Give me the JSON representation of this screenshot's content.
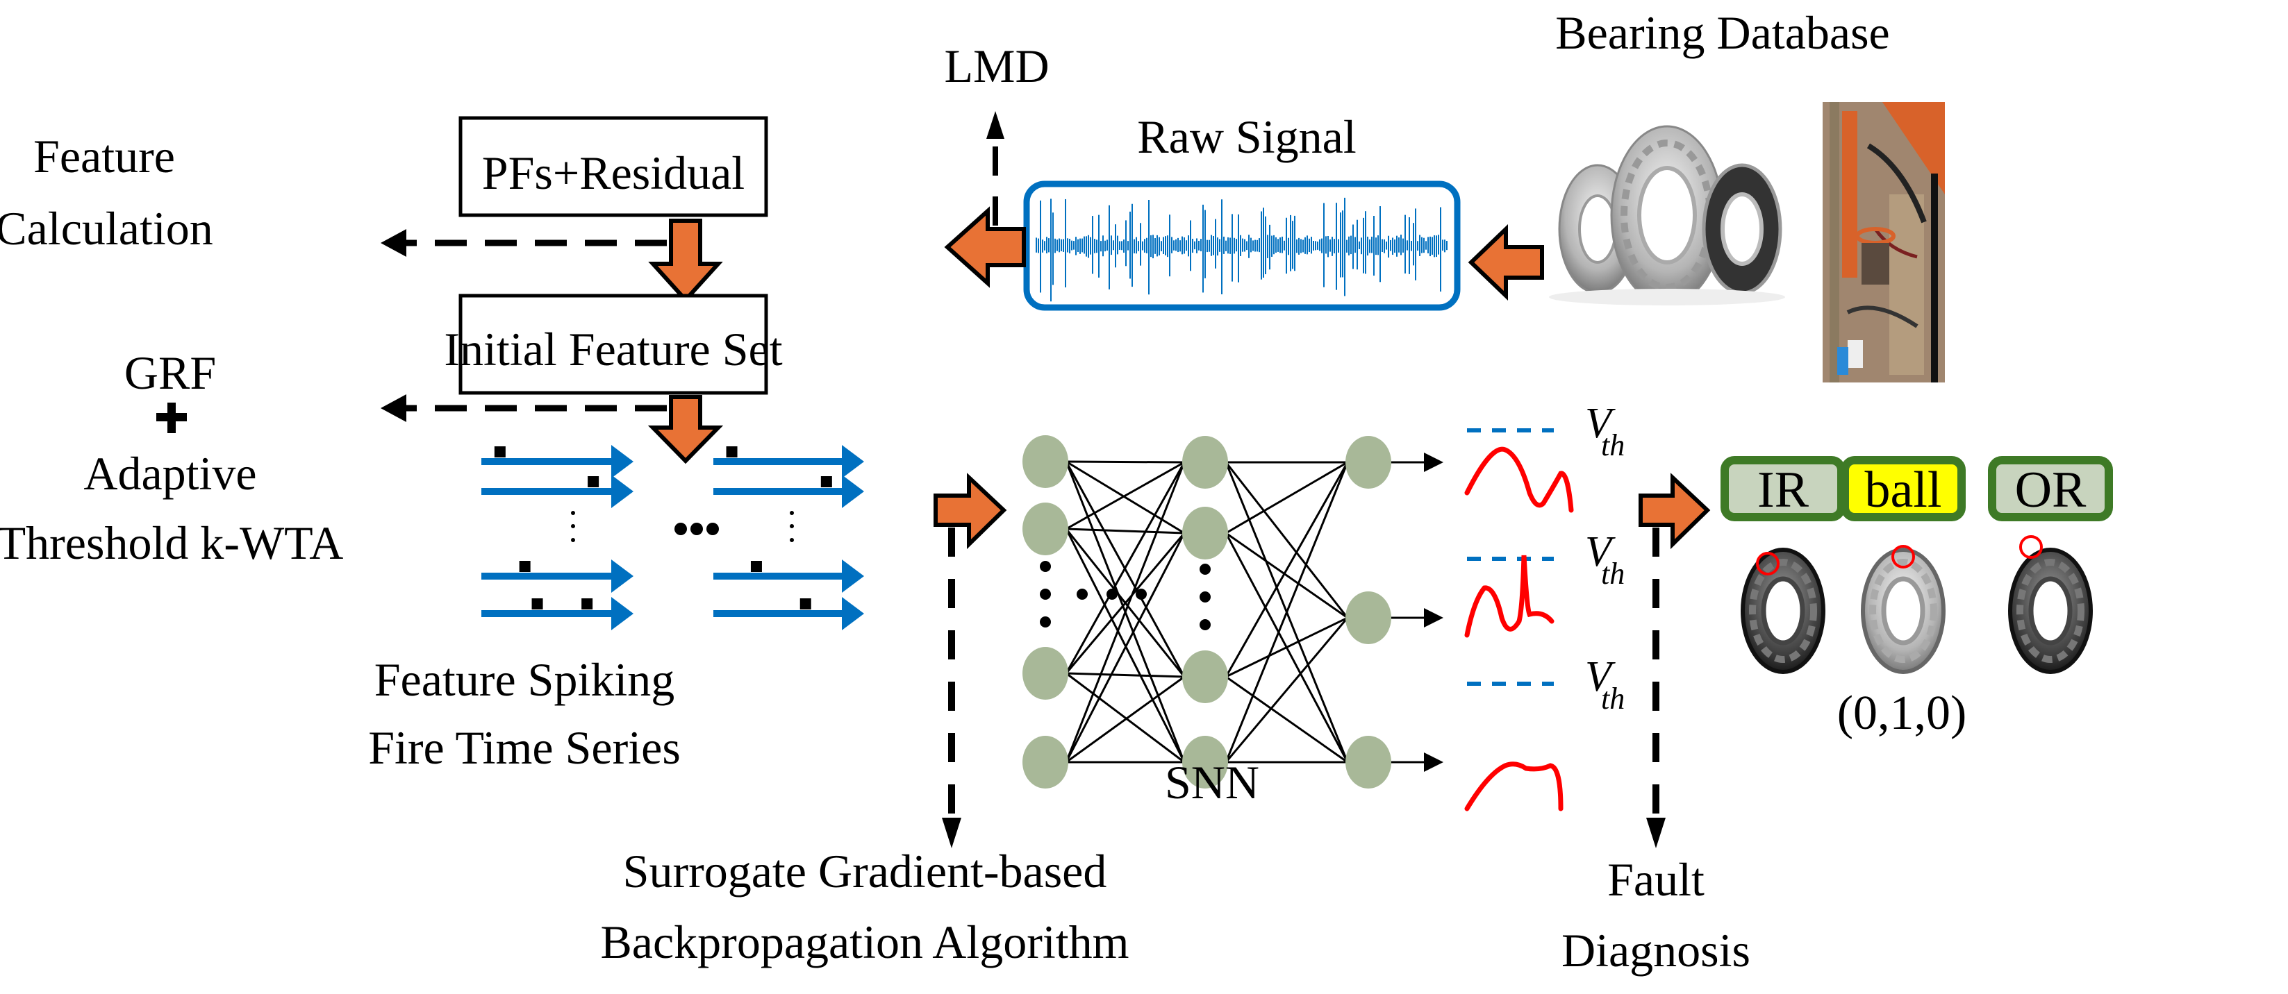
{
  "diagram": {
    "title": "SNN-based bearing fault diagnosis pipeline",
    "colors": {
      "flow_arrow": "#E87235",
      "signal_blue": "#0070C0",
      "neuron": "#A8B898",
      "spike_red": "#FF0000",
      "tag_border": "#3E7A26",
      "tag_fill": "#C8D4BE",
      "tag_highlight": "#FFFF00"
    },
    "labels": {
      "bearing_database": "Bearing Database",
      "raw_signal": "Raw Signal",
      "lmd": "LMD",
      "pfs_residual": "PFs+Residual",
      "feature_calc_line1": "Feature",
      "feature_calc_line2": "Calculation",
      "initial_feature_set": "Initial Feature Set",
      "grf": "GRF",
      "plus": "+",
      "adaptive": "Adaptive",
      "threshold_kwta": "Threshold k-WTA",
      "spiking_line1": "Feature Spiking",
      "spiking_line2": "Fire Time Series",
      "snn": "SNN",
      "surrogate_line1": "Surrogate Gradient-based",
      "surrogate_line2": "Backpropagation Algorithm",
      "fault_line1": "Fault",
      "fault_line2": "Diagnosis",
      "vth_main": "V",
      "vth_sub": "th",
      "output_code": "(0,1,0)"
    },
    "fault_classes": [
      {
        "label": "IR",
        "highlighted": false
      },
      {
        "label": "ball",
        "highlighted": true
      },
      {
        "label": "OR",
        "highlighted": false
      }
    ],
    "snn_layers": [
      {
        "name": "input",
        "visible_neurons": 4,
        "ellipsis": true
      },
      {
        "name": "hidden",
        "visible_neurons": 4,
        "ellipsis": true
      },
      {
        "name": "output",
        "visible_neurons": 3,
        "ellipsis": false
      }
    ],
    "output_membrane_traces": [
      {
        "exceeds_threshold": false
      },
      {
        "exceeds_threshold": true
      },
      {
        "exceeds_threshold": false
      }
    ],
    "images": [
      {
        "name": "bearings-photo",
        "description": "three ball bearings"
      },
      {
        "name": "test-rig-photo",
        "description": "bearing test rig"
      }
    ]
  }
}
